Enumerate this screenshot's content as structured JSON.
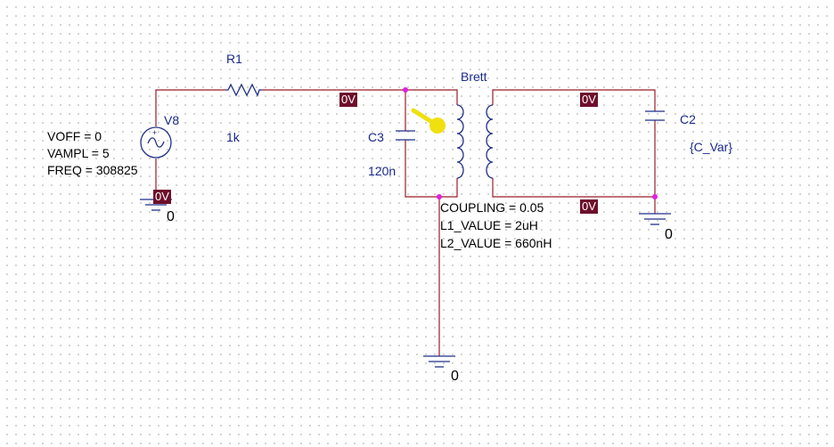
{
  "source": {
    "ref": "V8",
    "params": [
      "VOFF = 0",
      "VAMPL = 5",
      "FREQ = 308825"
    ]
  },
  "resistor": {
    "ref": "R1",
    "value": "1k"
  },
  "cap_primary": {
    "ref": "C3",
    "value": "120n"
  },
  "transformer": {
    "ref": "Brett",
    "params": [
      "COUPLING = 0.05",
      "L1_VALUE = 2uH",
      "L2_VALUE = 660nH"
    ]
  },
  "cap_secondary": {
    "ref": "C2",
    "value": "{C_Var}"
  },
  "voltage_marker": "0V",
  "ground_label": "0",
  "colors": {
    "wire": "#9b1c26",
    "component": "#1f2f8a",
    "junction": "#e01ee0",
    "marker_bg": "#6e0f2b",
    "cursor": "#f0e010"
  }
}
